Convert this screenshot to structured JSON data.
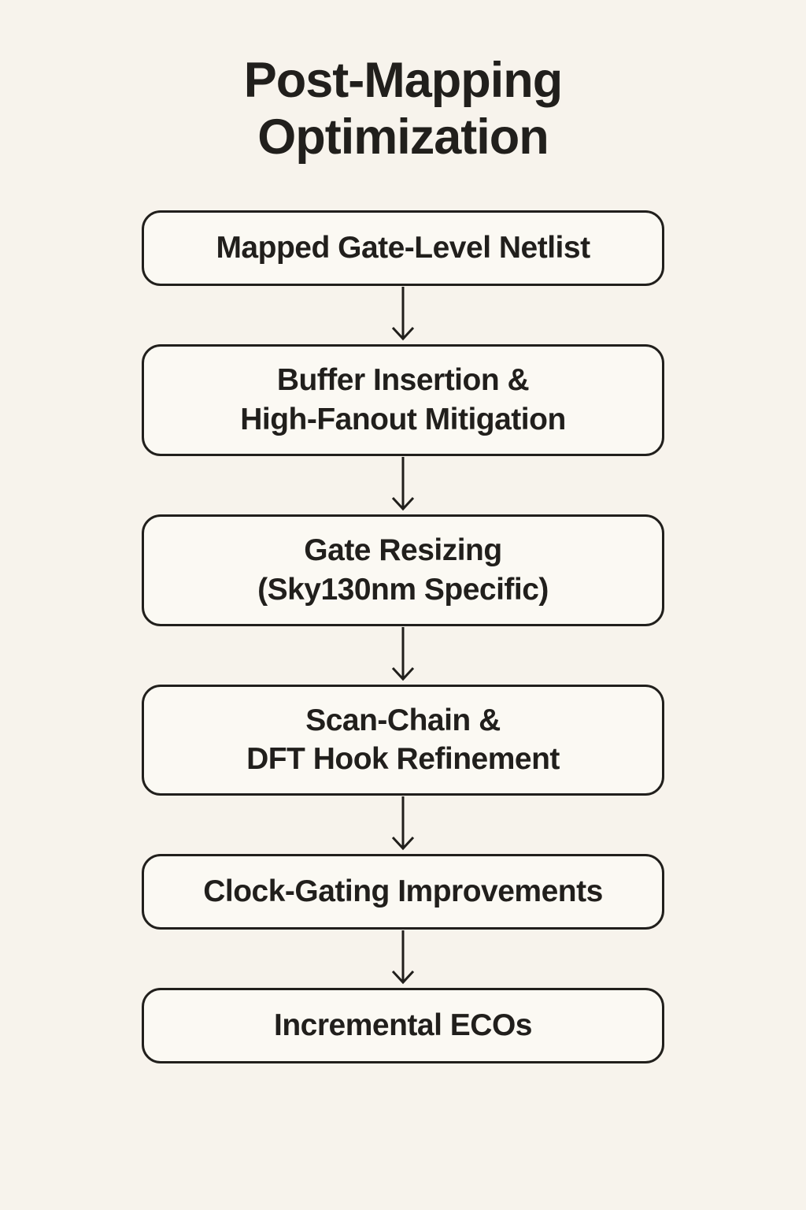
{
  "page": {
    "background_color": "#F7F3EC",
    "ink_color": "#211F1C",
    "node_fill_color": "#FBF9F3"
  },
  "title": "Post-Mapping\nOptimization",
  "flowchart": {
    "type": "vertical-flow",
    "direction": "top-to-bottom",
    "connector_style": "arrow-down",
    "nodes": [
      {
        "label": "Mapped Gate-Level Netlist"
      },
      {
        "label": "Buffer Insertion &\nHigh-Fanout Mitigation"
      },
      {
        "label": "Gate Resizing\n(Sky130nm Specific)"
      },
      {
        "label": "Scan-Chain &\nDFT Hook Refinement"
      },
      {
        "label": "Clock-Gating Improvements"
      },
      {
        "label": "Incremental ECOs"
      }
    ]
  }
}
